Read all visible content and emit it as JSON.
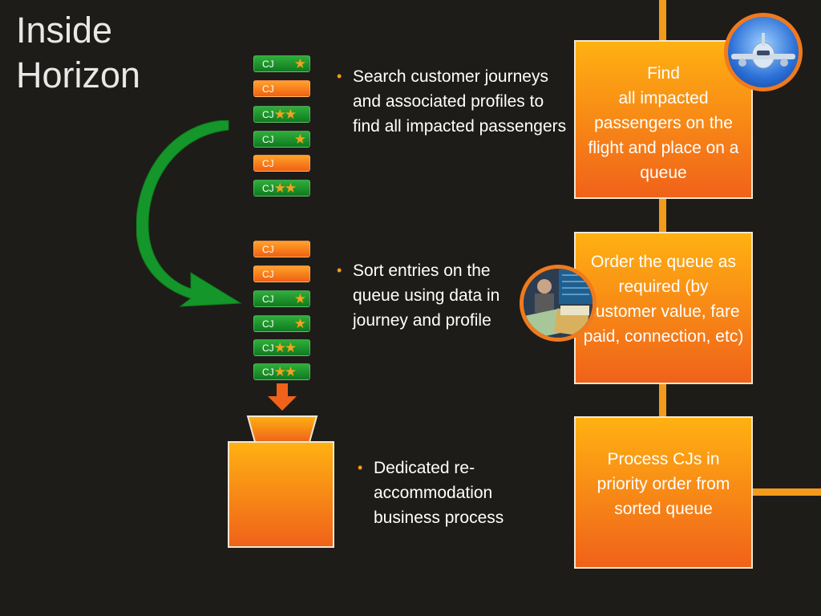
{
  "title": {
    "line1": "Inside",
    "line2": "Horizon"
  },
  "queue_top": [
    {
      "label": "CJ",
      "color": "green",
      "stars": "★"
    },
    {
      "label": "CJ",
      "color": "orange",
      "stars": ""
    },
    {
      "label": "CJ",
      "color": "green",
      "stars": "★★"
    },
    {
      "label": "CJ",
      "color": "green",
      "stars": "★"
    },
    {
      "label": "CJ",
      "color": "orange",
      "stars": ""
    },
    {
      "label": "CJ",
      "color": "green",
      "stars": "★★"
    }
  ],
  "queue_sorted": [
    {
      "label": "CJ",
      "color": "orange",
      "stars": ""
    },
    {
      "label": "CJ",
      "color": "orange",
      "stars": ""
    },
    {
      "label": "CJ",
      "color": "green",
      "stars": "★"
    },
    {
      "label": "CJ",
      "color": "green",
      "stars": "★"
    },
    {
      "label": "CJ",
      "color": "green",
      "stars": "★★"
    },
    {
      "label": "CJ",
      "color": "green",
      "stars": "★★"
    }
  ],
  "bullets": {
    "search": "Search customer journeys and associated profiles to find all impacted passengers",
    "sort": "Sort entries on the queue using data in journey and profile",
    "dedicated": "Dedicated re-accommodation business process"
  },
  "steps": {
    "find_line1": "Find",
    "find_rest": "all impacted passengers on the flight and place on a queue",
    "order": "Order the queue as required (by customer value, fare paid, connection, etc)",
    "process": "Process CJs in priority order from sorted queue"
  },
  "colors": {
    "background": "#1e1c19",
    "orange": "#f39a1c",
    "green": "#1a9a2a"
  },
  "icons": [
    "airplane-icon",
    "business-collage-icon"
  ]
}
